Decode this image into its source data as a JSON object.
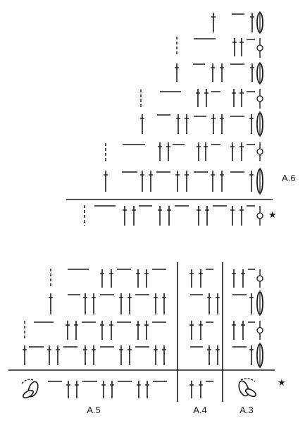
{
  "diagram": {
    "labels": {
      "a6": "A.6",
      "a5": "A.5",
      "a4": "A.4",
      "a3": "A.3"
    },
    "markers": {
      "star": "★"
    },
    "symbols": {
      "tr": "treble-crochet-icon",
      "ch": "chain-icon",
      "sc": "single-crochet-icon",
      "ring": "turning-chain-icon",
      "leaf": "leaf-stitch-icon"
    },
    "colors": {
      "ink": "#1a1a1a"
    }
  }
}
